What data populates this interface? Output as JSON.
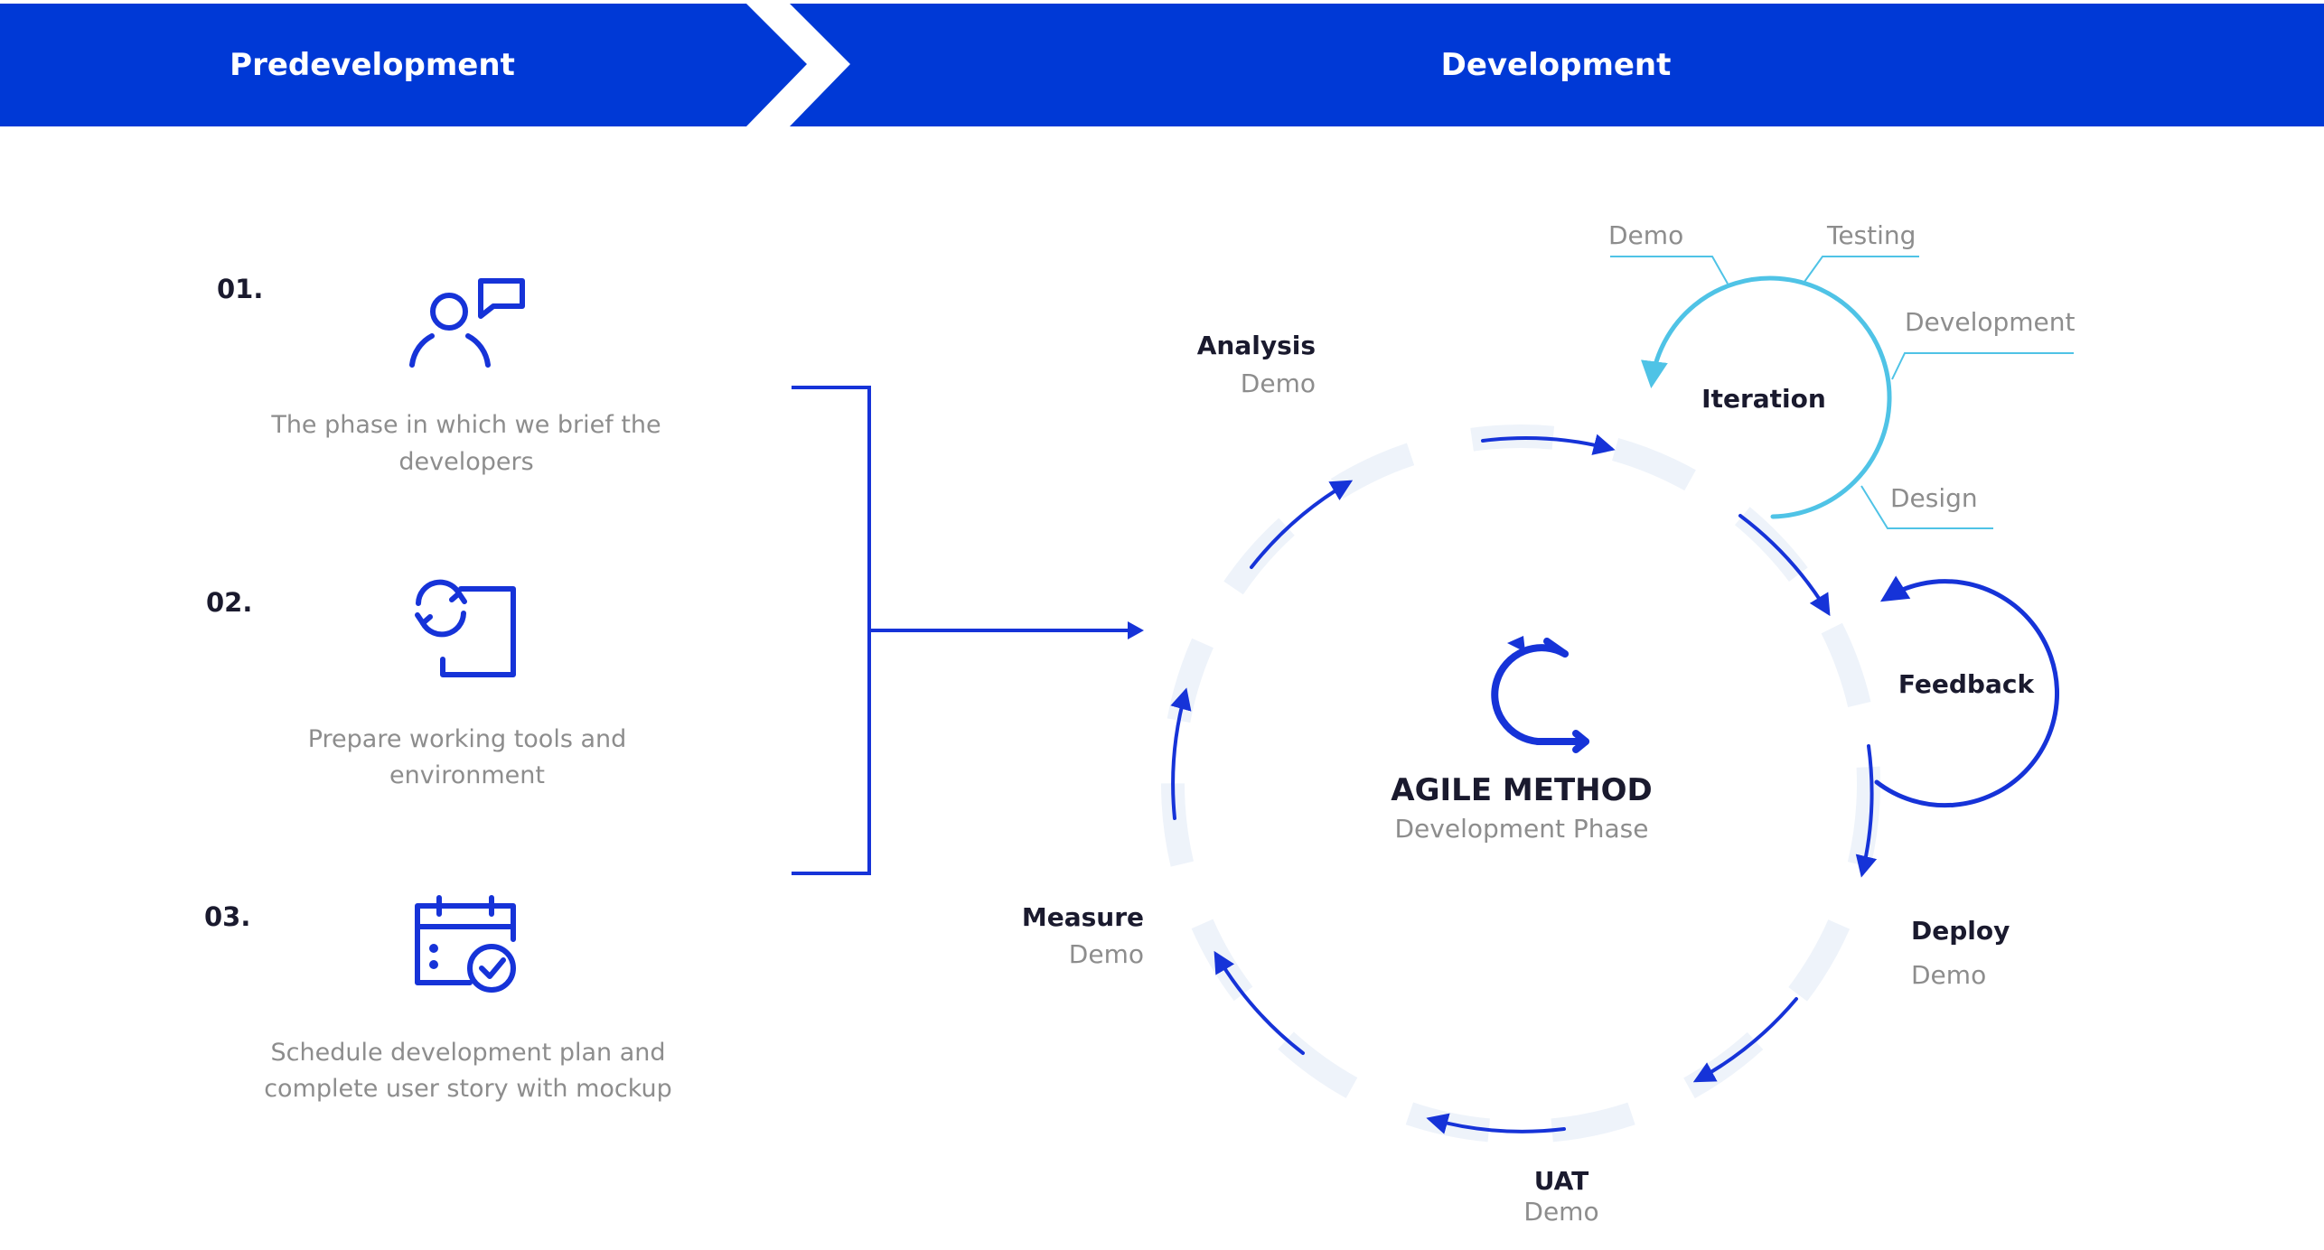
{
  "colors": {
    "brand_blue": "#0039D6",
    "arrow_blue": "#1633D8",
    "iteration_cyan": "#4FC3E6",
    "ring_faint": "#EEF3FA",
    "muted_text": "#8D8D8D",
    "dark_text": "#1A1A2E"
  },
  "header": {
    "predevelopment": "Predevelopment",
    "development": "Development"
  },
  "steps": [
    {
      "number": "01.",
      "icon": "person-chat-icon",
      "line1": "The phase in which we brief the",
      "line2": "developers"
    },
    {
      "number": "02.",
      "icon": "refresh-frame-icon",
      "line1": "Prepare working tools and",
      "line2": "environment"
    },
    {
      "number": "03.",
      "icon": "calendar-check-icon",
      "line1": "Schedule development plan and",
      "line2": "complete user story with mockup"
    }
  ],
  "cycle": {
    "center_icon": "agile-loop-icon",
    "title": "AGILE METHOD",
    "subtitle": "Development Phase",
    "phases": {
      "analysis": {
        "label": "Analysis",
        "sub": "Demo"
      },
      "iteration": {
        "label": "Iteration"
      },
      "feedback": {
        "label": "Feedback"
      },
      "deploy": {
        "label": "Deploy",
        "sub": "Demo"
      },
      "uat": {
        "label": "UAT",
        "sub": "Demo"
      },
      "measure": {
        "label": "Measure",
        "sub": "Demo"
      }
    },
    "iteration_steps": {
      "demo": "Demo",
      "testing": "Testing",
      "development": "Development",
      "design": "Design"
    }
  }
}
